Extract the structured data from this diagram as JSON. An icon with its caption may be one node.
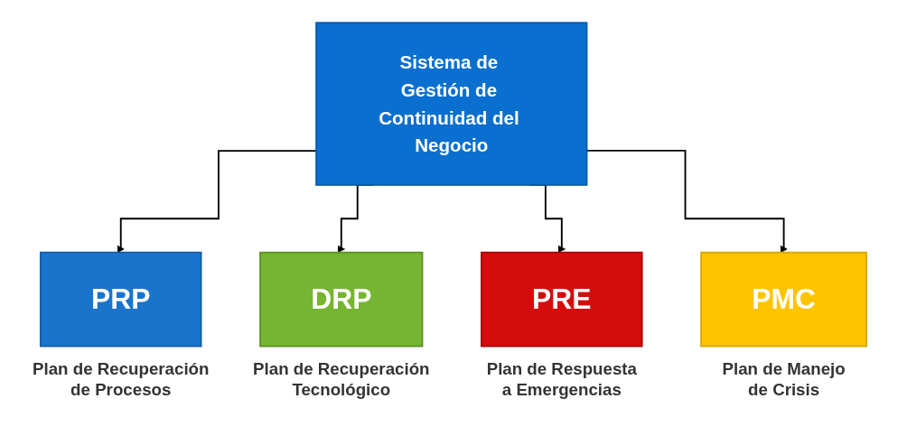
{
  "diagram": {
    "nodes": [
      {
        "text": [
          "Sistema de Gestión de Continuidad del Negocio"
        ]
      },
      {
        "text": [
          "PRP"
        ],
        "beside": [
          "Plan de Recuperación de Procesos"
        ]
      },
      {
        "text": [
          "DRP"
        ],
        "beside": [
          "Plan de Recuperación Tecnológico"
        ]
      },
      {
        "text": [
          "PRE"
        ],
        "beside": [
          "Plan de Respuesta a Emergencias"
        ]
      },
      {
        "text": [
          "PMC"
        ],
        "beside": [
          "Plan de Manejo de Crisis"
        ]
      }
    ],
    "edges": [
      {
        "from": 0,
        "to": 1,
        "arrow": "to"
      },
      {
        "from": 0,
        "to": 2,
        "arrow": "to"
      },
      {
        "from": 0,
        "to": 3,
        "arrow": "to"
      },
      {
        "from": 0,
        "to": 4,
        "arrow": "to"
      }
    ]
  }
}
